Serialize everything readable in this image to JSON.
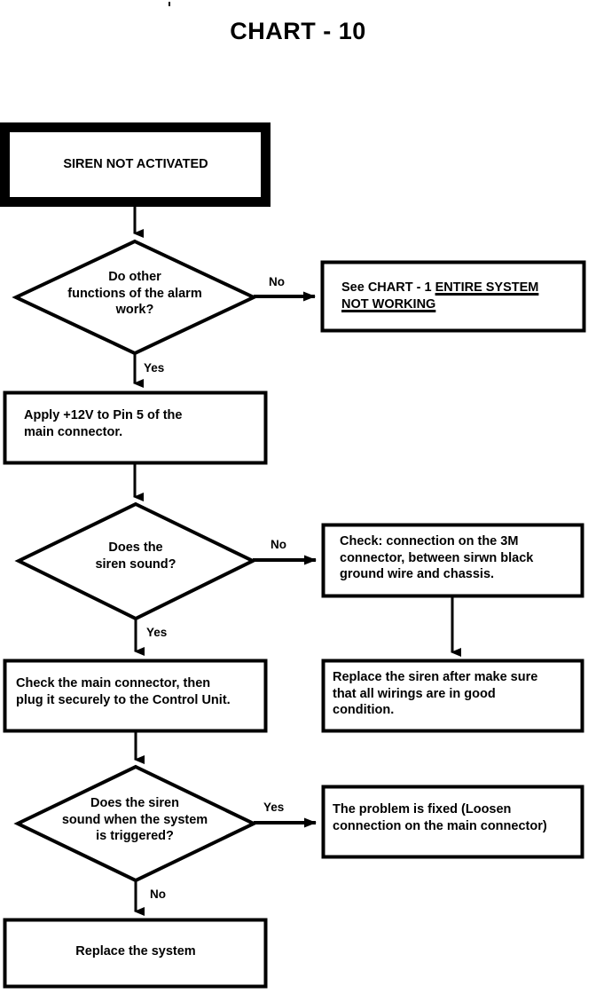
{
  "title": "CHART - 10",
  "diagram": {
    "type": "flowchart",
    "nodes": [
      {
        "id": "start",
        "shape": "terminator-box-thick",
        "text": "SIREN NOT ACTIVATED",
        "align": "center"
      },
      {
        "id": "decision-1",
        "shape": "diamond",
        "text": "Do other\nfunctions of the alarm\nwork?"
      },
      {
        "id": "chart-1-ref",
        "shape": "box",
        "text_lead": "See CHART - 1 ",
        "text_underlined_1": "ENTIRE SYSTEM",
        "text_underlined_2": "NOT WORKING",
        "align": "left"
      },
      {
        "id": "apply-12v",
        "shape": "box",
        "text": "Apply  +12V to Pin 5 of the\nmain connector.",
        "align": "left"
      },
      {
        "id": "decision-2",
        "shape": "diamond",
        "text": "Does the\nsiren sound?"
      },
      {
        "id": "check-3m",
        "shape": "box",
        "text": "Check:  connection on the 3M\nconnector, between sirwn black\nground wire and chassis.",
        "align": "left"
      },
      {
        "id": "check-main-connector",
        "shape": "box",
        "text": "Check the main connector, then\nplug it securely to the Control Unit.",
        "align": "left"
      },
      {
        "id": "replace-siren",
        "shape": "box",
        "text": "Replace the siren after make sure\nthat all wirings are in good\ncondition.",
        "align": "left"
      },
      {
        "id": "decision-3",
        "shape": "diamond",
        "text": "Does the siren\nsound when the system\nis triggered?"
      },
      {
        "id": "problem-fixed",
        "shape": "box",
        "text": "The problem is fixed (Loosen\nconnection on the main connector)",
        "align": "left"
      },
      {
        "id": "replace-system",
        "shape": "box",
        "text": "Replace the system",
        "align": "center"
      }
    ],
    "edges": [
      {
        "from": "start",
        "to": "decision-1",
        "label": ""
      },
      {
        "from": "decision-1",
        "to": "chart-1-ref",
        "label": "No"
      },
      {
        "from": "decision-1",
        "to": "apply-12v",
        "label": "Yes"
      },
      {
        "from": "apply-12v",
        "to": "decision-2",
        "label": ""
      },
      {
        "from": "decision-2",
        "to": "check-3m",
        "label": "No"
      },
      {
        "from": "decision-2",
        "to": "check-main-connector",
        "label": "Yes"
      },
      {
        "from": "check-3m",
        "to": "replace-siren",
        "label": ""
      },
      {
        "from": "check-main-connector",
        "to": "decision-3",
        "label": ""
      },
      {
        "from": "decision-3",
        "to": "problem-fixed",
        "label": "Yes"
      },
      {
        "from": "decision-3",
        "to": "replace-system",
        "label": "No"
      }
    ],
    "labels": {
      "no_1": "No",
      "yes_1": "Yes",
      "no_2": "No",
      "yes_2": "Yes",
      "yes_3": "Yes",
      "no_3": "No"
    }
  },
  "colors": {
    "ink": "#000000",
    "paper": "#ffffff"
  }
}
